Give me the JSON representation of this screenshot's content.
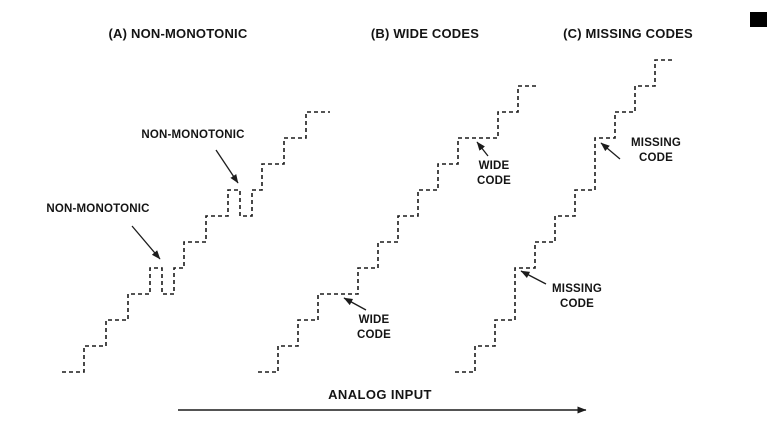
{
  "figure": {
    "panels": {
      "a": {
        "title": "(A) NON-MONOTONIC",
        "annotation_top": "NON-MONOTONIC",
        "annotation_left": "NON-MONOTONIC"
      },
      "b": {
        "title": "(B) WIDE CODES",
        "annotation_lower": "WIDE CODE",
        "annotation_upper": "WIDE CODE"
      },
      "c": {
        "title": "(C) MISSING CODES",
        "annotation_lower": "MISSING CODE",
        "annotation_upper": "MISSING CODE"
      }
    },
    "axis": {
      "label": "ANALOG INPUT"
    }
  }
}
